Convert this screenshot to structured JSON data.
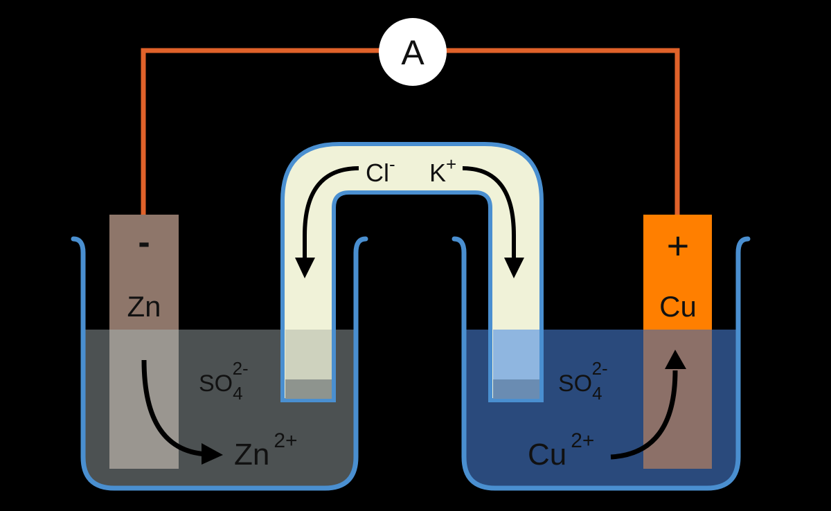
{
  "title": "Galvanic (Daniell) cell with salt bridge",
  "colors": {
    "background": "#000000",
    "wire": "#e0622a",
    "beaker": "#4a8fd0",
    "zinc_electrode": "#8e766a",
    "copper_electrode": "#ff7f00",
    "zinc_solution": "#4c5152",
    "copper_solution": "#2a4a7c",
    "salt_bridge": "#f0f2d8"
  },
  "ammeter": {
    "label": "A"
  },
  "anode": {
    "sign": "-",
    "element": "Zn"
  },
  "cathode": {
    "sign": "+",
    "element": "Cu"
  },
  "salt_bridge": {
    "anion": {
      "base": "Cl",
      "charge": "-"
    },
    "cation": {
      "base": "K",
      "charge": "+"
    }
  },
  "left_solution": {
    "anion": {
      "base": "SO",
      "subscript": "4",
      "charge": "2-"
    },
    "cation": {
      "base": "Zn",
      "charge": "2+"
    }
  },
  "right_solution": {
    "anion": {
      "base": "SO",
      "subscript": "4",
      "charge": "2-"
    },
    "cation": {
      "base": "Cu",
      "charge": "2+"
    }
  }
}
